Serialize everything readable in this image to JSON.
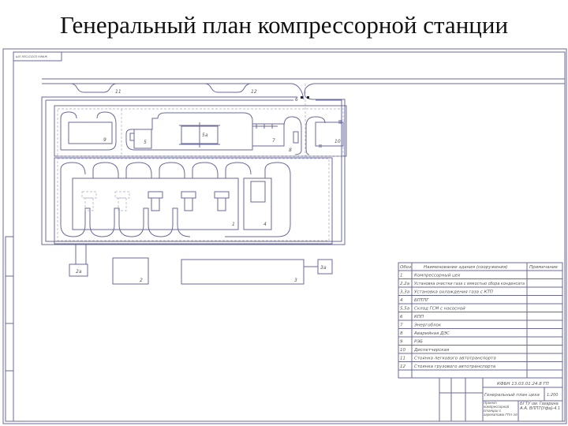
{
  "slide_title": "Генеральный план компрессорной станции",
  "drawing": {
    "stamp_code": "ШЛ 8ПС1О2ОЗ НЭФЖ",
    "labels": {
      "b1": "1",
      "b2": "2",
      "b2a": "2а",
      "b3": "3",
      "b3a": "3а",
      "b4": "4",
      "b5": "5",
      "b5a": "5а",
      "b6": "6",
      "b7": "7",
      "b8": "8",
      "b9": "9",
      "b10": "10",
      "b11": "11",
      "b12": "12"
    }
  },
  "legend": {
    "headers": [
      "Обоз.",
      "Наименование здания (сооружения)",
      "Примечание"
    ],
    "rows": [
      {
        "code": "1",
        "name": "Компрессорный цех"
      },
      {
        "code": "2,2а",
        "name": "Установка очистки газа с емкостью сбора конденсата"
      },
      {
        "code": "3,3а",
        "name": "Установка охлаждения газа с КТП"
      },
      {
        "code": "4",
        "name": "БПТПГ"
      },
      {
        "code": "5,5а",
        "name": "Склад ГСМ с насосной"
      },
      {
        "code": "6",
        "name": "КПП"
      },
      {
        "code": "7",
        "name": "Энергоблок"
      },
      {
        "code": "8",
        "name": "Аварийная ДЭС"
      },
      {
        "code": "9",
        "name": "РЭБ"
      },
      {
        "code": "10",
        "name": "Диспетчерская"
      },
      {
        "code": "11",
        "name": "Стоянка легкового автотранспорта"
      },
      {
        "code": "12",
        "name": "Стоянка грузового автотранспорта"
      }
    ]
  },
  "title_block": {
    "doc_code": "КФБН 13.03.01.24.8  ГП",
    "sheet_title": "Генеральный план цеха",
    "scale": "1:200",
    "org": "БГТУ им. Гагарина А.А. ВЛПТ(Уфа)-4.1",
    "subtitle": "Проект компрессорной станции с агрегатами ГПА-16"
  }
}
